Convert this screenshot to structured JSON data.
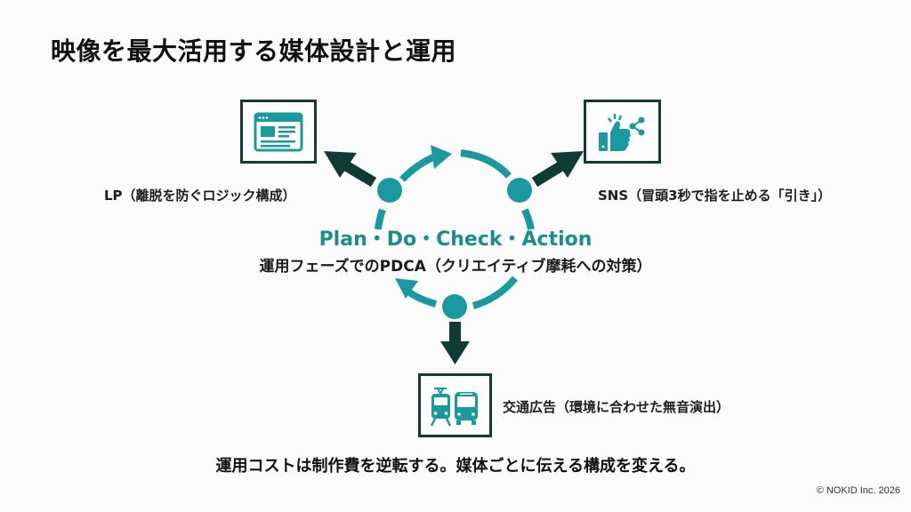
{
  "title": "映像を最大活用する媒体設計と運用",
  "colors": {
    "accent_teal": "#1a9a9e",
    "text_teal": "#1b8d8c",
    "dark_arrow": "#103b34",
    "box_border": "#163a33",
    "background": "#fbfbfb"
  },
  "cycle": {
    "title": "Plan・Do・Check・Action",
    "subtitle": "運用フェーズでのPDCA（クリエイティブ摩耗への対策）",
    "node_count": 3,
    "direction": "clockwise"
  },
  "channels": [
    {
      "id": "lp",
      "icon": "web-page-icon",
      "label": "LP（離脱を防ぐロジック構成）"
    },
    {
      "id": "sns",
      "icon": "thumbs-up-share-icon",
      "label": "SNS（冒頭3秒で指を止める「引き」）"
    },
    {
      "id": "transit",
      "icon": "train-bus-icon",
      "label": "交通広告（環境に合わせた無音演出）"
    }
  ],
  "summary": "運用コストは制作費を逆転する。媒体ごとに伝える構成を変える。",
  "copyright": "© NOKID Inc. 2026"
}
